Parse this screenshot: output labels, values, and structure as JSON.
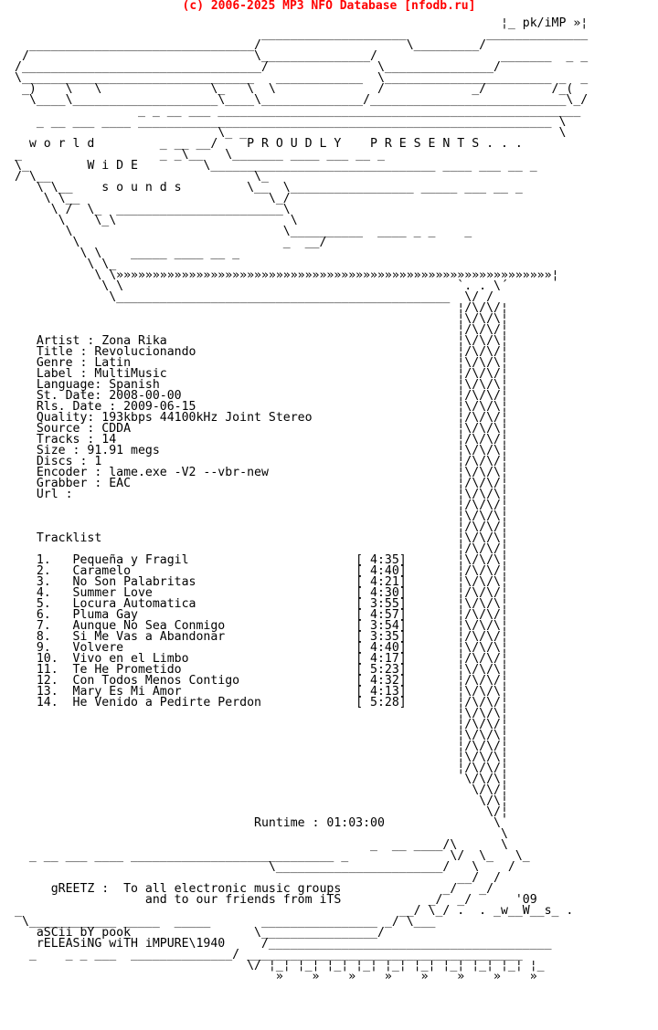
{
  "header": {
    "banner": "(c) 2006-2025 MP3 NFO Database [nfodb.ru]",
    "banner_color": "#ff0000"
  },
  "nfo": {
    "text_color": "#000000",
    "background": "#ffffff",
    "lines": [
      "                                                                   ¦_ pk/iMP »¦",
      "                                  ____________________           ______________",
      "  _______________________________/                    \\_________/",
      " /                               \\_______________/                 _______  _ _",
      "/_________________________________/               \\_______________/",
      "\\________________________________   ____________  \\_______________________ _  _",
      " _)    \\   \\               \\_   \\  \\              /            _/         /_(",
      "  \\____\\____________________\\____\\______________/___________________________\\_/",
      "                 _ _ __ ___ __________________________________________________",
      "   _ __ ___ ____ _________________________________________________________ \\",
      "                            \\_ _                                           \\",
      "  w o r l d         _ __ __/    P R O U D L Y    P R E S E N T S . . .",
      "_                   _ _\\__   \\_______ ____ ___ __ _",
      "\\_        W i D E         \\_______________________________ ____ ___ __ _",
      "/ \\__                            \\_",
      "   \\ \\__    s o u n d s         \\__  \\_________________ _____ ___ __ _",
      "    \\ \\__                          \\_/",
      "     \\ /  \\_  _______________________\\",
      "      \\    \\_\\                        \\",
      "       \\                             \\__________  ____ _ _    _",
      "        \\                            _  __/",
      "         \\ \\    _____ ____ __ _",
      "          \\ \\_",
      "           \\ \\»»»»»»»»»»»»»»»»»»»»»»»»»»»»»»»»»»»»»»»»»»»»»»»»»»»»»»»»»»»»¦",
      "            \\ \\                                              `. . \\´",
      "             \\______________________________________________  \\/ /",
      "                                                             ¦/\\/\\/¦",
      "                                                             ¦\\/\\/\\¦",
      "                                                             ¦/\\/\\/¦",
      "   Artist : Zona Rika                                        ¦\\/\\/\\¦",
      "   Title : Revolucionando                                    ¦/\\/\\/¦",
      "   Genre : Latin                                             ¦\\/\\/\\¦",
      "   Label : MultiMusic                                        ¦/\\/\\/¦",
      "   Language: Spanish                                         ¦\\/\\/\\¦",
      "   St. Date: 2008-00-00                                      ¦/\\/\\/¦",
      "   Rls. Date : 2009-06-15                                    ¦\\/\\/\\¦",
      "   Quality: 193kbps 44100kHz Joint Stereo                    ¦/\\/\\/¦",
      "   Source : CDDA                                             ¦\\/\\/\\¦",
      "   Tracks : 14                                               ¦/\\/\\/¦",
      "   Size : 91.91 megs                                         ¦\\/\\/\\¦",
      "   Discs : 1                                                 ¦/\\/\\/¦",
      "   Encoder : lame.exe -V2 --vbr-new                          ¦\\/\\/\\¦",
      "   Grabber : EAC                                             ¦/\\/\\/¦",
      "   Url :                                                     ¦\\/\\/\\¦",
      "                                                             ¦/\\/\\/¦",
      "                                                             ¦\\/\\/\\¦",
      "                                                             ¦/\\/\\/¦",
      "   Tracklist                                                 ¦\\/\\/\\¦",
      "                                                             ¦/\\/\\/¦",
      "   1.   Pequeña y Fragil                       [ 4:35]       ¦\\/\\/\\¦",
      "   2.   Caramelo                               [ 4:40]       ¦/\\/\\/¦",
      "   3.   No Son Palabritas                      [ 4:21]       ¦\\/\\/\\¦",
      "   4.   Summer Love                            [ 4:30]       ¦/\\/\\/¦",
      "   5.   Locura Automatica                      [ 3:55]       ¦\\/\\/\\¦",
      "   6.   Pluma Gay                              [ 4:57]       ¦/\\/\\/¦",
      "   7.   Aunque No Sea Conmigo                  [ 3:54]       ¦\\/\\/\\¦",
      "   8.   Si Me Vas a Abandonar                  [ 3:35]       ¦/\\/\\/¦",
      "   9.   Volvere                                [ 4:40]       ¦\\/\\/\\¦",
      "   10.  Vivo en el Limbo                       [ 4:17]       ¦/\\/\\/¦",
      "   11.  Te He Prometido                        [ 5:23]       ¦\\/\\/\\¦",
      "   12.  Con Todos Menos Contigo                [ 4:32]       ¦/\\/\\/¦",
      "   13.  Mary Es Mi Amor                        [ 4:13]       ¦\\/\\/\\¦",
      "   14.  He Venido a Pedirte Perdon             [ 5:28]       ¦/\\/\\/¦",
      "                                                             ¦\\/\\/\\¦",
      "                                                             ¦/\\/\\/¦",
      "                                                             ¦\\/\\/\\¦",
      "                                                             ¦/\\/\\/¦",
      "                                                             ¦\\/\\/\\¦",
      "                                                             ¦/\\/\\/¦",
      "                                                              \\/\\/\\¦",
      "                                                               \\/\\/¦",
      "                                                                \\/\\¦",
      "                                                                 \\/¦",
      "                                 Runtime : 01:03:00               \\",
      "                                                                   \\",
      "                                                 _  __ ____/\\      \\",
      "  _ __ ___ ____ ____________________________ _              \\/  \\_   \\_",
      "                                   \\_______________________/   \\    /",
      "                                                             __/  /",
      "     gREETZ :  To all electronic music groups              _/   _/",
      "                  and to our friends from iTS            _/  _/      '09",
      "_                                                    __/ \\_/ .  . _w__W__s_ .",
      " \\____________ _____  _____       ________________ _/ \\___",
      "   aSCii bY pook                 \\________________/    ",
      "   rELEASiNG wiTH iMPURE\\1940     /_______________________________________",
      "  _    _ _ ___  ______________/ ______________________________________",
      "                                \\/ ¦_¦ ¦_¦ ¦_¦ ¦_¦ ¦_¦ ¦_¦ ¦_¦ ¦_¦ ¦_¦ ¦_",
      "                                    »    »    »    »    »    »    »    »"
    ]
  }
}
